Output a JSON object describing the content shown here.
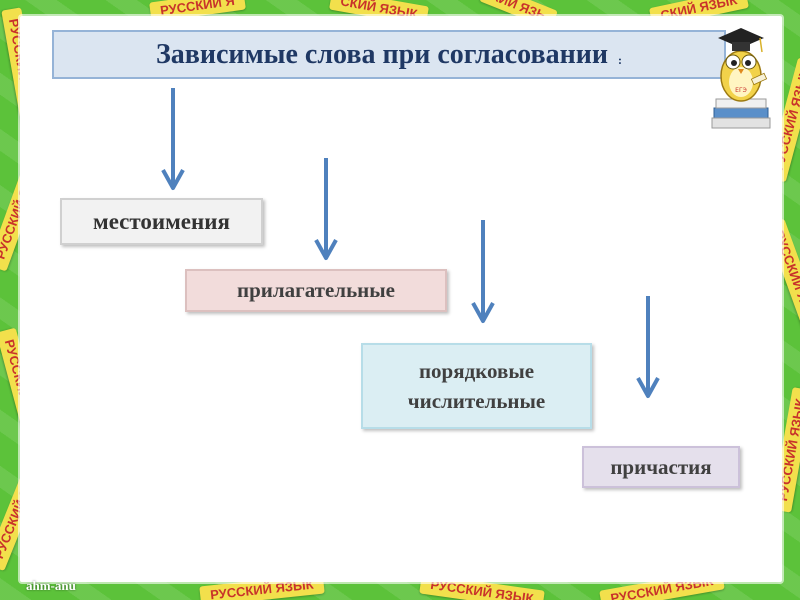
{
  "slide": {
    "title": "Зависимые слова при согласовании",
    "title_suffix": ":",
    "boxes": [
      {
        "label": "местоимения"
      },
      {
        "label": "прилагательные"
      },
      {
        "label": "порядковые числительные"
      },
      {
        "label": "причастия"
      }
    ],
    "watermark": "ahm-anu",
    "owl_hat_text": "ЕГЭ"
  },
  "frame": {
    "strip_text": "РУССКИЙ ЯЗЫК",
    "strip_text_partial_1": "РУССКИЙ Я",
    "strip_text_partial_2": "СКИЙ ЯЗЫК",
    "strip_text_partial_3": "КИЙ ЯЗЬ",
    "background_color": "#5cc23a",
    "strip_color": "#f2e04c",
    "strip_text_color": "#c8322b"
  },
  "colors": {
    "title_fill": "#dbe5f1",
    "title_text": "#1f3864",
    "arrow": "#4f81bd",
    "pron_fill": "#f2f2f2",
    "adj_fill": "#f2dcdb",
    "ord_fill": "#dbeef3",
    "part_fill": "#e5e0ec"
  }
}
